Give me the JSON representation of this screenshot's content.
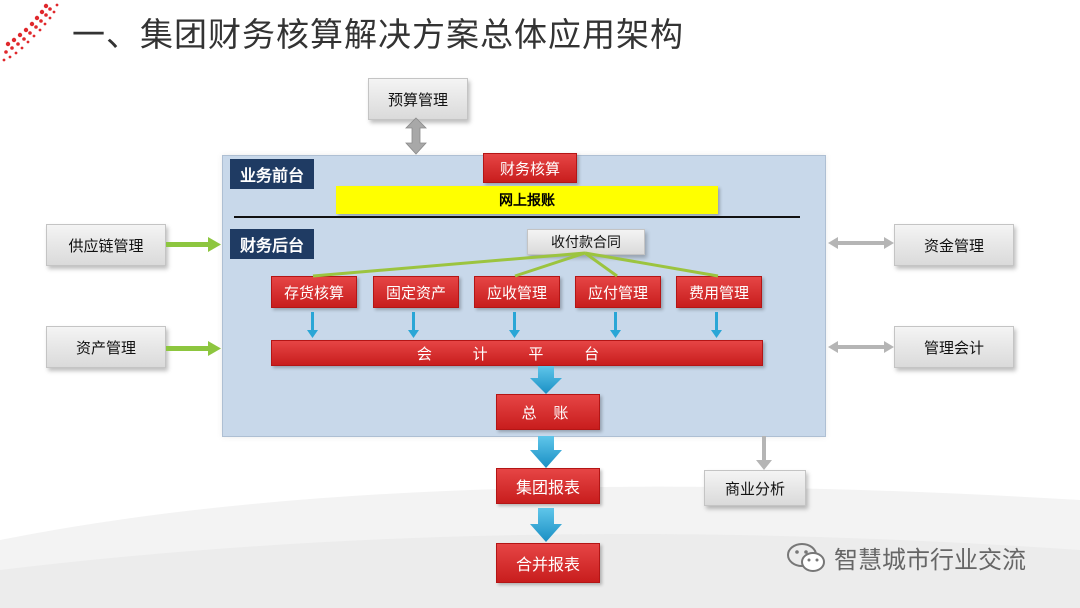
{
  "title": "一、集团财务核算解决方案总体应用架构",
  "top_box": "预算管理",
  "panel": {
    "front_label": "业务前台",
    "back_label": "财务后台",
    "finance_accounting": "财务核算",
    "online_reimbursement": "网上报账",
    "contract": "收付款合同",
    "modules": [
      "存货核算",
      "固定资产",
      "应收管理",
      "应付管理",
      "费用管理"
    ],
    "accounting_platform": "会 计 平 台",
    "general_ledger": "总 账"
  },
  "left_boxes": [
    "供应链管理",
    "资产管理"
  ],
  "right_boxes": [
    "资金管理",
    "管理会计"
  ],
  "group_report": "集团报表",
  "consolidated_report": "合并报表",
  "business_analysis": "商业分析",
  "watermark": "智慧城市行业交流",
  "colors": {
    "red": "#d42a2a",
    "navy": "#1f3b63",
    "yellow": "#ffff00",
    "panel": "#c8d8ea",
    "green": "#8dc63f",
    "teal": "#2aa6d6"
  }
}
